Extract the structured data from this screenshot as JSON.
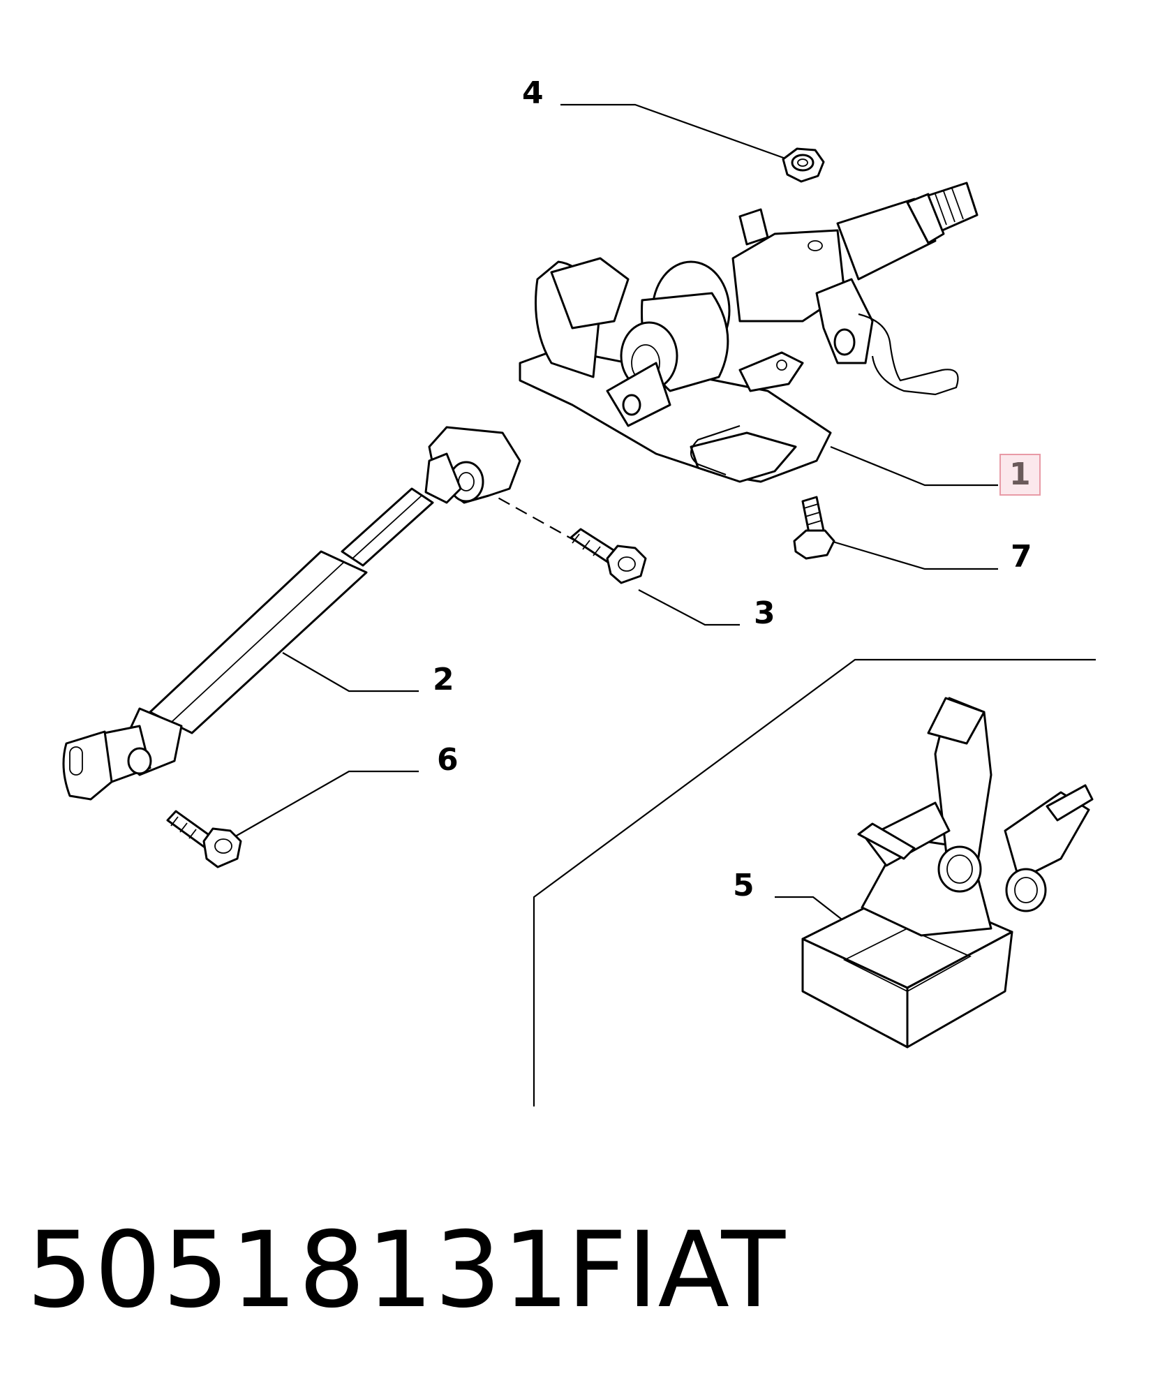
{
  "callouts": [
    {
      "id": "4",
      "label": "4"
    },
    {
      "id": "1",
      "label": "1",
      "highlighted": true
    },
    {
      "id": "7",
      "label": "7"
    },
    {
      "id": "3",
      "label": "3"
    },
    {
      "id": "2",
      "label": "2"
    },
    {
      "id": "6",
      "label": "6"
    },
    {
      "id": "5",
      "label": "5"
    }
  ],
  "footer": {
    "part_number": "50518131",
    "brand": "FIAT"
  },
  "colors": {
    "highlight_border": "#e89aa6",
    "highlight_fill": "#fbe8ec",
    "ink": "#000000"
  }
}
